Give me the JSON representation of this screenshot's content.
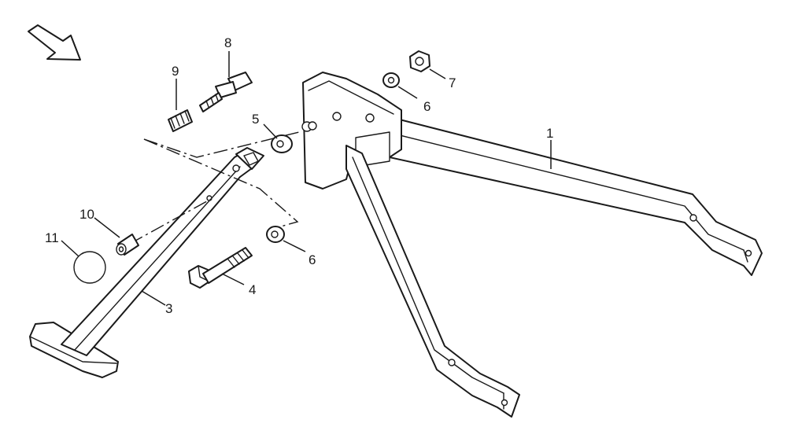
{
  "diagram": {
    "callouts": [
      {
        "id": "c1",
        "label": "1"
      },
      {
        "id": "c3",
        "label": "3"
      },
      {
        "id": "c4",
        "label": "4"
      },
      {
        "id": "c5",
        "label": "5"
      },
      {
        "id": "c6a",
        "label": "6"
      },
      {
        "id": "c6b",
        "label": "6"
      },
      {
        "id": "c7",
        "label": "7"
      },
      {
        "id": "c8",
        "label": "8"
      },
      {
        "id": "c9",
        "label": "9"
      },
      {
        "id": "c10",
        "label": "10"
      },
      {
        "id": "c11",
        "label": "11"
      }
    ],
    "icons": {
      "direction_arrow": "arrow-southeast-icon"
    },
    "colors": {
      "ink": "#1a1a1a",
      "paper": "#ffffff"
    }
  }
}
